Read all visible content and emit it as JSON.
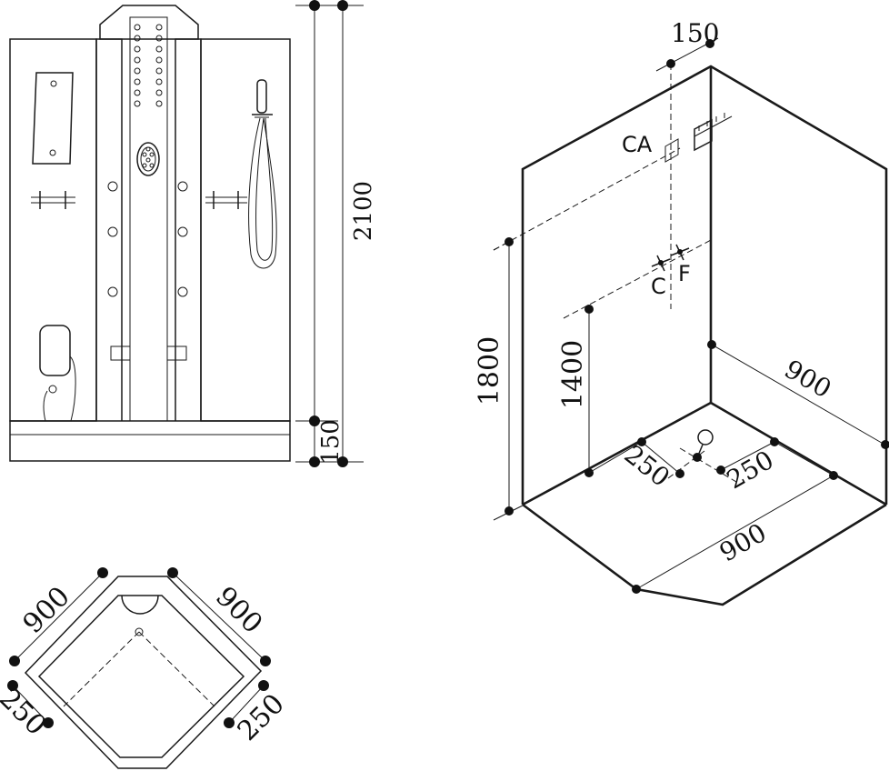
{
  "front_view": {
    "height_total": "2100",
    "height_tray": "150"
  },
  "iso_view": {
    "offset_top": "150",
    "label_ca": "CA",
    "label_c": "C",
    "label_f": "F",
    "height_1800": "1800",
    "height_1400": "1400",
    "width_right": "900",
    "width_front": "900",
    "drain_left": "250",
    "drain_right": "250"
  },
  "plan_view": {
    "side_left": "900",
    "side_right": "900",
    "drain_left": "250",
    "drain_right": "250"
  }
}
